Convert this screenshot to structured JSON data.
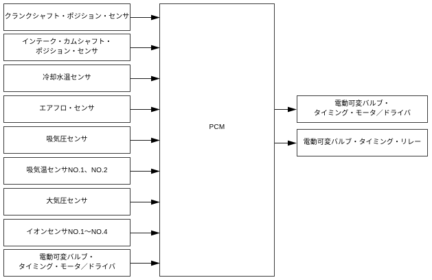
{
  "diagram": {
    "type": "block-diagram",
    "title": "PCM input/output block diagram",
    "background_color": "#ffffff",
    "line_color": "#3a3a3a",
    "text_color": "#000000",
    "center": {
      "label": "PCM",
      "name": "pcm-block"
    },
    "inputs": [
      {
        "label": "クランクシャフト・ポジション・センサ",
        "name": "crankshaft-position-sensor"
      },
      {
        "label": "インテーク・カムシャフト・\nポジション・センサ",
        "name": "intake-camshaft-position-sensor"
      },
      {
        "label": "冷却水温センサ",
        "name": "coolant-temperature-sensor"
      },
      {
        "label": "エアフロ・センサ",
        "name": "air-flow-sensor"
      },
      {
        "label": "吸気圧センサ",
        "name": "intake-pressure-sensor"
      },
      {
        "label": "吸気温センサNO.1、NO.2",
        "name": "intake-air-temperature-sensor"
      },
      {
        "label": "大気圧センサ",
        "name": "barometric-pressure-sensor"
      },
      {
        "label": "イオンセンサNO.1～NO.4",
        "name": "ion-sensor"
      },
      {
        "label": "電動可変バルブ・\nタイミング・モータ／ドライバ",
        "name": "electric-vvt-motor-driver-input"
      }
    ],
    "outputs": [
      {
        "label": "電動可変バルブ・\nタイミング・モータ／ドライバ",
        "name": "electric-vvt-motor-driver-output"
      },
      {
        "label": "電動可変バルブ・タイミング・リレー",
        "name": "electric-vvt-relay"
      }
    ],
    "arrows": {
      "input_count": 9,
      "output_count": 2,
      "direction": "left-to-right"
    }
  }
}
